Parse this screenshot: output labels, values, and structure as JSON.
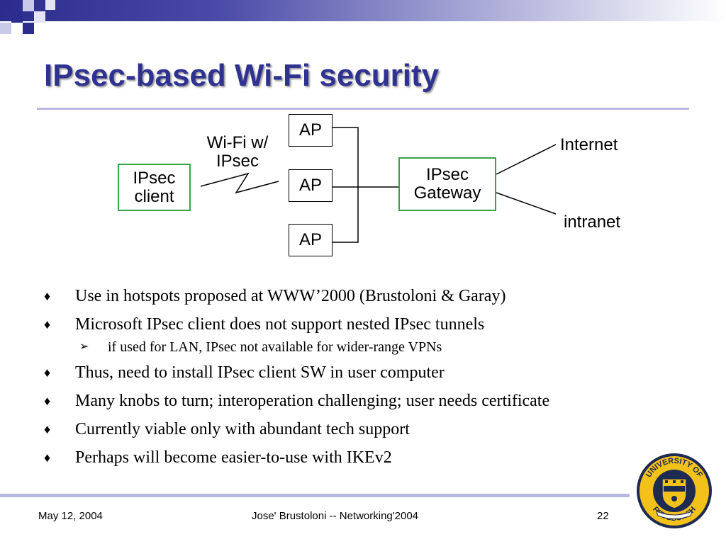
{
  "slide": {
    "title": "IPsec-based Wi-Fi security"
  },
  "diagram": {
    "client_label": "IPsec\nclient",
    "wifi_label": "Wi-Fi w/\nIPsec",
    "ap_labels": [
      "AP",
      "AP",
      "AP"
    ],
    "gateway_label": "IPsec\nGateway",
    "internet_label": "Internet",
    "intranet_label": "intranet"
  },
  "bullets": [
    {
      "text": "Use in hotspots proposed at WWW’2000 (Brustoloni & Garay)"
    },
    {
      "text": "Microsoft IPsec client does not support nested IPsec tunnels"
    },
    {
      "text": "if used for LAN, IPsec not available for wider-range VPNs",
      "sub": true
    },
    {
      "text": "Thus, need to install IPsec client SW in user computer"
    },
    {
      "text": "Many knobs to turn; interoperation challenging; user needs certificate"
    },
    {
      "text": "Currently viable only with abundant tech support"
    },
    {
      "text": "Perhaps will become easier-to-use with IKEv2"
    }
  ],
  "footer": {
    "date": "May 12, 2004",
    "center": "Jose' Brustoloni -- Networking'2004",
    "page": "22"
  },
  "logo": {
    "top_text": "UNIVERSITY OF",
    "bottom_text": "PITTSBURGH",
    "colors": {
      "gold": "#f2c21b",
      "navy": "#1e2a52"
    }
  },
  "colors": {
    "title": "#2f3290",
    "accent_green": "#3aa34a",
    "rule": "#b9b9e0"
  }
}
